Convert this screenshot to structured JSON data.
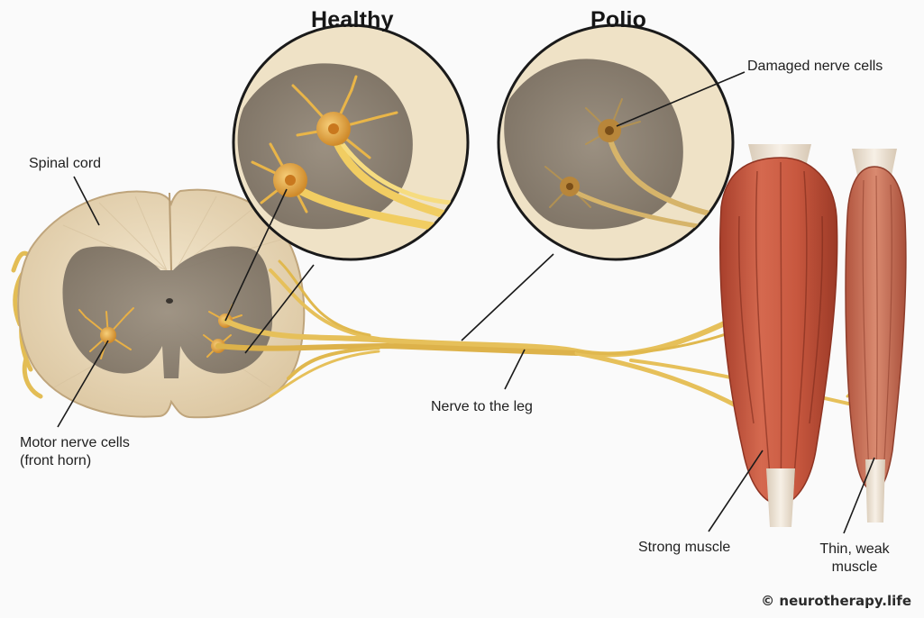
{
  "headings": {
    "healthy": "Healthy",
    "polio": "Polio"
  },
  "labels": {
    "spinal_cord": "Spinal cord",
    "motor_cells_line1": "Motor nerve cells",
    "motor_cells_line2": "(front horn)",
    "damaged_cells": "Damaged nerve cells",
    "nerve_to_leg": "Nerve to the leg",
    "strong_muscle": "Strong muscle",
    "weak_muscle_line1": "Thin, weak",
    "weak_muscle_line2": "muscle"
  },
  "credit": "© neurotherapy.life",
  "colors": {
    "cord_outer": "#ecdcbe",
    "grey_matter": "#8d8273",
    "nerve": "#e8c25a",
    "neuron": "#e0a23a",
    "muscle": "#c4543c",
    "tendon": "#efe4d6"
  }
}
